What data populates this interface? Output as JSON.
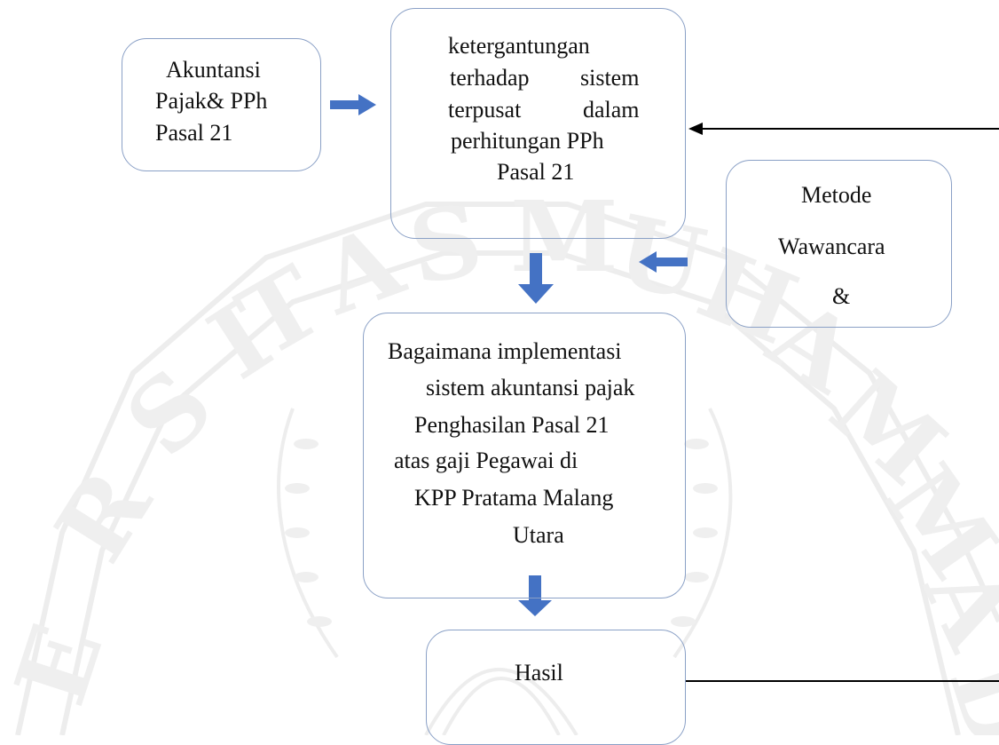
{
  "colors": {
    "arrow": "#4472c4",
    "box_border": "#8aa0c6",
    "watermark": "#b5b5b5"
  },
  "boxes": {
    "akuntansi": {
      "lines": [
        "Akuntansi",
        "Pajak& PPh",
        "Pasal 21"
      ]
    },
    "ketergantungan": {
      "lines": [
        "ketergantungan",
        "terhadap",
        "sistem",
        "terpusat",
        "dalam",
        "perhitungan PPh",
        "Pasal 21"
      ]
    },
    "metode": {
      "lines": [
        "Metode",
        "Wawancara",
        "&"
      ]
    },
    "bagaimana": {
      "lines": [
        "Bagaimana implementasi",
        "sistem akuntansi pajak",
        "Penghasilan Pasal 21",
        "atas gaji Pegawai di",
        "KPP Pratama Malang",
        "Utara"
      ]
    },
    "hasil": {
      "label": "Hasil"
    }
  },
  "watermark": {
    "text": "UNIVERSITAS MUHAMMADIYAH MALANG"
  }
}
